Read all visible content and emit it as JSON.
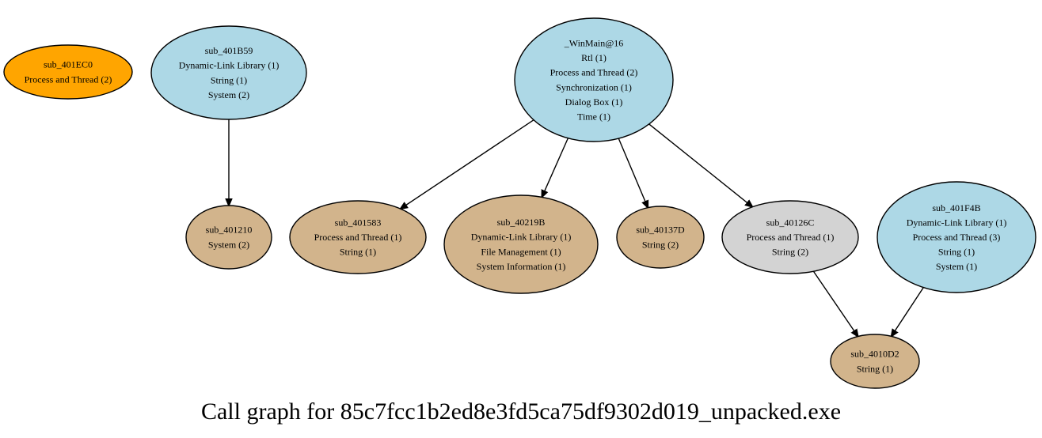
{
  "colors": {
    "orange": "#ffa500",
    "lightblue": "#add8e6",
    "tan": "#d2b48c",
    "gray": "#d3d3d3",
    "stroke": "#000000"
  },
  "caption": "Call graph for 85c7fcc1b2ed8e3fd5ca75df9302d019_unpacked.exe",
  "nodes": [
    {
      "id": "n0",
      "color": "orange",
      "lines": [
        "sub_401EC0",
        "Process and Thread (2)"
      ]
    },
    {
      "id": "n1",
      "color": "lightblue",
      "lines": [
        "sub_401B59",
        "Dynamic-Link Library (1)",
        "String (1)",
        "System (2)"
      ]
    },
    {
      "id": "n2",
      "color": "lightblue",
      "lines": [
        "_WinMain@16",
        "Rtl (1)",
        "Process and Thread (2)",
        "Synchronization (1)",
        "Dialog Box (1)",
        "Time (1)"
      ]
    },
    {
      "id": "n3",
      "color": "tan",
      "lines": [
        "sub_401210",
        "System (2)"
      ]
    },
    {
      "id": "n4",
      "color": "tan",
      "lines": [
        "sub_401583",
        "Process and Thread (1)",
        "String (1)"
      ]
    },
    {
      "id": "n5",
      "color": "tan",
      "lines": [
        "sub_40219B",
        "Dynamic-Link Library (1)",
        "File Management (1)",
        "System Information (1)"
      ]
    },
    {
      "id": "n6",
      "color": "tan",
      "lines": [
        "sub_40137D",
        "String (2)"
      ]
    },
    {
      "id": "n7",
      "color": "gray",
      "lines": [
        "sub_40126C",
        "Process and Thread (1)",
        "String (2)"
      ]
    },
    {
      "id": "n8",
      "color": "lightblue",
      "lines": [
        "sub_401F4B",
        "Dynamic-Link Library (1)",
        "Process and Thread (3)",
        "String (1)",
        "System (1)"
      ]
    },
    {
      "id": "n9",
      "color": "tan",
      "lines": [
        "sub_4010D2",
        "String (1)"
      ]
    }
  ],
  "edges": [
    {
      "from": "n1",
      "to": "n3"
    },
    {
      "from": "n2",
      "to": "n4"
    },
    {
      "from": "n2",
      "to": "n5"
    },
    {
      "from": "n2",
      "to": "n6"
    },
    {
      "from": "n2",
      "to": "n7"
    },
    {
      "from": "n7",
      "to": "n9"
    },
    {
      "from": "n8",
      "to": "n9"
    }
  ]
}
